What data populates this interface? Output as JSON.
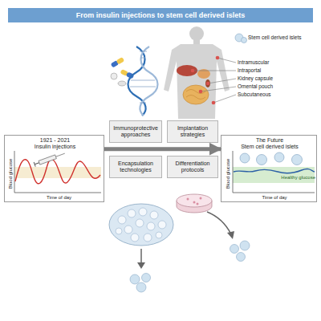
{
  "diagram": {
    "title": "From insulin injections to stem cell derived islets",
    "nodes": [
      {
        "text": [
          "1921 - 2021",
          "Insulin injections",
          "Blood glucose",
          "Time of day"
        ]
      },
      {
        "text": [
          "Immunoprotective approaches"
        ]
      },
      {
        "text": [
          "Implantation strategies"
        ]
      },
      {
        "text": [
          "Encapsulation technologies"
        ]
      },
      {
        "text": [
          "Differentiation protocols"
        ]
      },
      {
        "text": [
          "The Future",
          "Stem cell derived islets",
          "Healthy glucose",
          "Blood glucose",
          "Time of day"
        ]
      }
    ],
    "edges": [
      {
        "from": 0,
        "to": 5,
        "arrow": "to"
      }
    ],
    "labels": [
      "Stem cell derived islets",
      "Intramuscular",
      "Intraportal",
      "Kidney capsule",
      "Omental pouch",
      "Subcutaneous"
    ]
  }
}
